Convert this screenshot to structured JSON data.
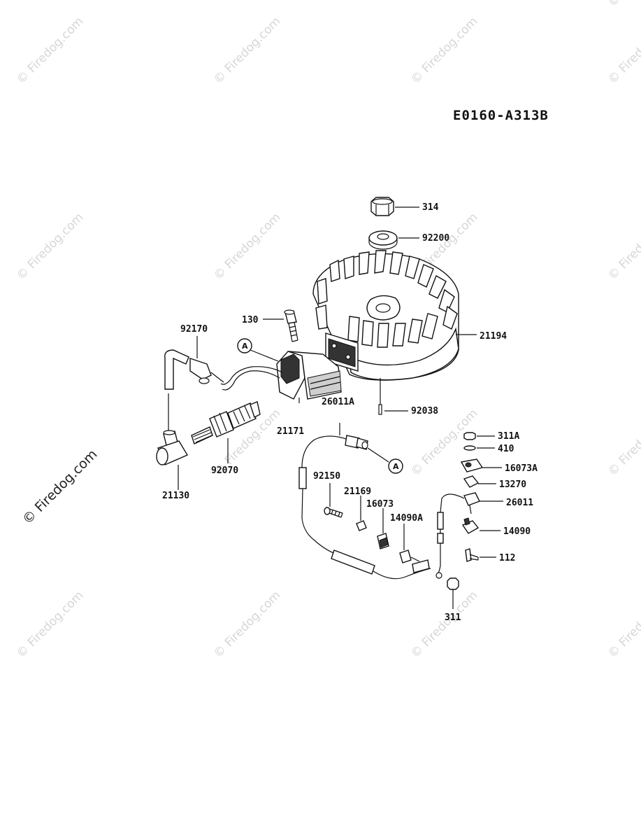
{
  "diagram_code": "E0160-A313B",
  "watermark": {
    "text": "© Firedog.com"
  },
  "callout_letter": "A",
  "parts": {
    "p314": "314",
    "p92200": "92200",
    "p130": "130",
    "p92170": "92170",
    "p21194": "21194",
    "p26011A": "26011A",
    "p92038": "92038",
    "p21171": "21171",
    "p311A": "311A",
    "p410": "410",
    "p16073A": "16073A",
    "p13270": "13270",
    "p26011": "26011",
    "p92070": "92070",
    "p21130": "21130",
    "p92150": "92150",
    "p21169": "21169",
    "p16073": "16073",
    "p14090A": "14090A",
    "p14090": "14090",
    "p112": "112",
    "p311": "311"
  }
}
